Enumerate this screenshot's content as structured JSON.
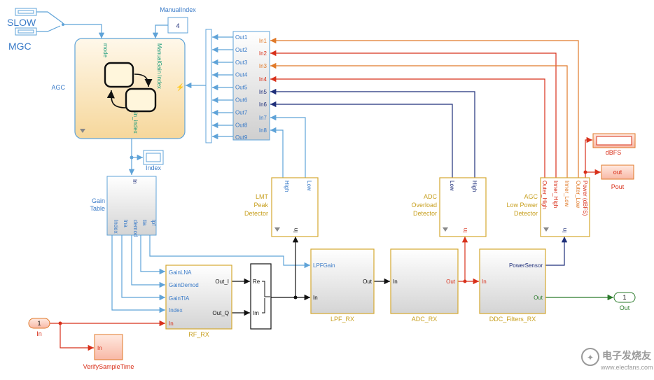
{
  "switch_inputs": {
    "slow": "SLOW",
    "mgc": "MGC"
  },
  "manual_index": {
    "name": "ManualIndex",
    "value": "4"
  },
  "agc_chart": {
    "name": "AGC",
    "port_mode": "mode",
    "port_manual": "ManualGain Index",
    "port_gain": "gain_index"
  },
  "index_display": {
    "name": "Index"
  },
  "gain_table": {
    "name_line1": "Gain",
    "name_line2": "Table",
    "in_port": "In",
    "out_ports": [
      "Index",
      "lna",
      "demod",
      "tia",
      "lpf"
    ]
  },
  "bus_selector": {
    "in_labels": [
      "In1",
      "In2",
      "In3",
      "In4",
      "In5",
      "In6",
      "In7",
      "In8"
    ],
    "out_labels": [
      "Out1",
      "Out2",
      "Out3",
      "Out4",
      "Out5",
      "Out6",
      "Out7",
      "Out8",
      "Out9"
    ]
  },
  "lmt_detector": {
    "title": [
      "LMT",
      "Peak",
      "Detector"
    ],
    "ports_out": [
      "High",
      "Low"
    ],
    "port_in": "In"
  },
  "adc_detector": {
    "title": [
      "ADC",
      "Overload",
      "Detector"
    ],
    "ports_out": [
      "Low",
      "High"
    ],
    "port_in": "In"
  },
  "agc_detector": {
    "title": [
      "AGC",
      "Low Power",
      "Detector"
    ],
    "ports_out": [
      "Outer_High",
      "Inner_High",
      "Inner_Low",
      "Outer_Low",
      "Power (dBFS)"
    ],
    "port_in": "In"
  },
  "dbfs_display": {
    "name": "dBFS"
  },
  "pout_block": {
    "label": "out",
    "name": "Pout"
  },
  "rf_rx": {
    "name": "RF_RX",
    "inputs": [
      "GainLNA",
      "GainDemod",
      "GainTIA",
      "Index",
      "In"
    ],
    "outputs": [
      "Out_I",
      "Out_Q"
    ]
  },
  "complex_block": {
    "re": "Re",
    "im": "Im"
  },
  "lpf_rx": {
    "name": "LPF_RX",
    "in_gain": "LPFGain",
    "in": "In",
    "out": "Out"
  },
  "adc_rx": {
    "name": "ADC_RX",
    "in": "In",
    "out": "Out"
  },
  "ddc_rx": {
    "name": "DDC_Filters_RX",
    "power": "PowerSensor",
    "in": "In",
    "out": "Out"
  },
  "in_port": {
    "number": "1",
    "name": "In"
  },
  "out_port": {
    "number": "1",
    "name": "Out"
  },
  "verify": {
    "label": "In",
    "name": "VerifySampleTime"
  },
  "watermark": {
    "cn": "电子发烧友",
    "url": "www.elecfans.com"
  },
  "colors": {
    "blue_signal": "#5fa3d8",
    "navy_signal": "#1f2f7a",
    "orange_signal": "#e07a2a",
    "red_signal": "#d8301a",
    "green_signal": "#2a7a2a",
    "block_label": "#c8a020"
  }
}
